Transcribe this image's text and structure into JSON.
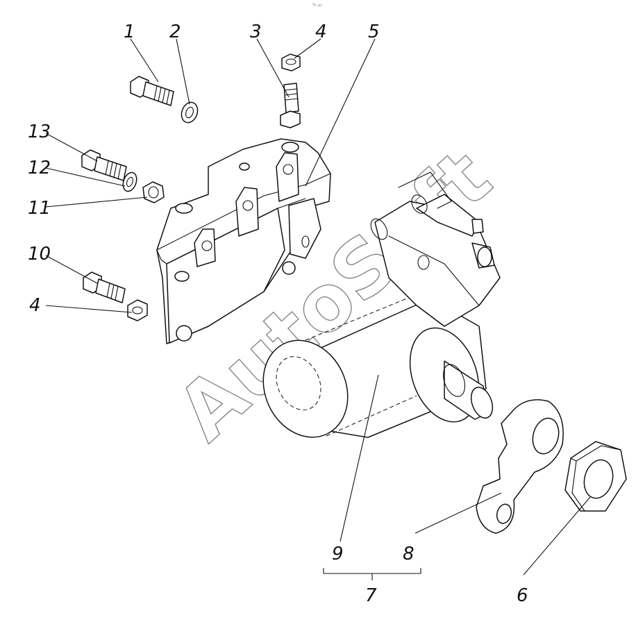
{
  "diagram": {
    "top_mark": "%  ш",
    "watermark": "AutoSoft",
    "colors": {
      "line": "#111111",
      "background": "#ffffff"
    },
    "callouts": {
      "c1": "1",
      "c2": "2",
      "c3": "3",
      "c4_top": "4",
      "c5": "5",
      "c13": "13",
      "c12": "12",
      "c11": "11",
      "c10": "10",
      "c4_left": "4",
      "c9": "9",
      "c8": "8",
      "c7": "7",
      "c6": "6"
    }
  }
}
